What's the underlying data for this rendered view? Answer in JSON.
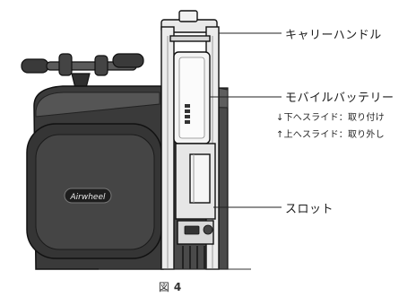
{
  "labels": {
    "carry_handle": "キャリーハンドル",
    "mobile_battery": "モバイルバッテリー",
    "slide_down": "↓下へスライド：取り付け",
    "slide_up": "↑上へスライド：取り外し",
    "slot": "スロット"
  },
  "brand": {
    "logo_text": "Airwheel"
  },
  "caption": {
    "prefix": "図",
    "number": "4"
  }
}
